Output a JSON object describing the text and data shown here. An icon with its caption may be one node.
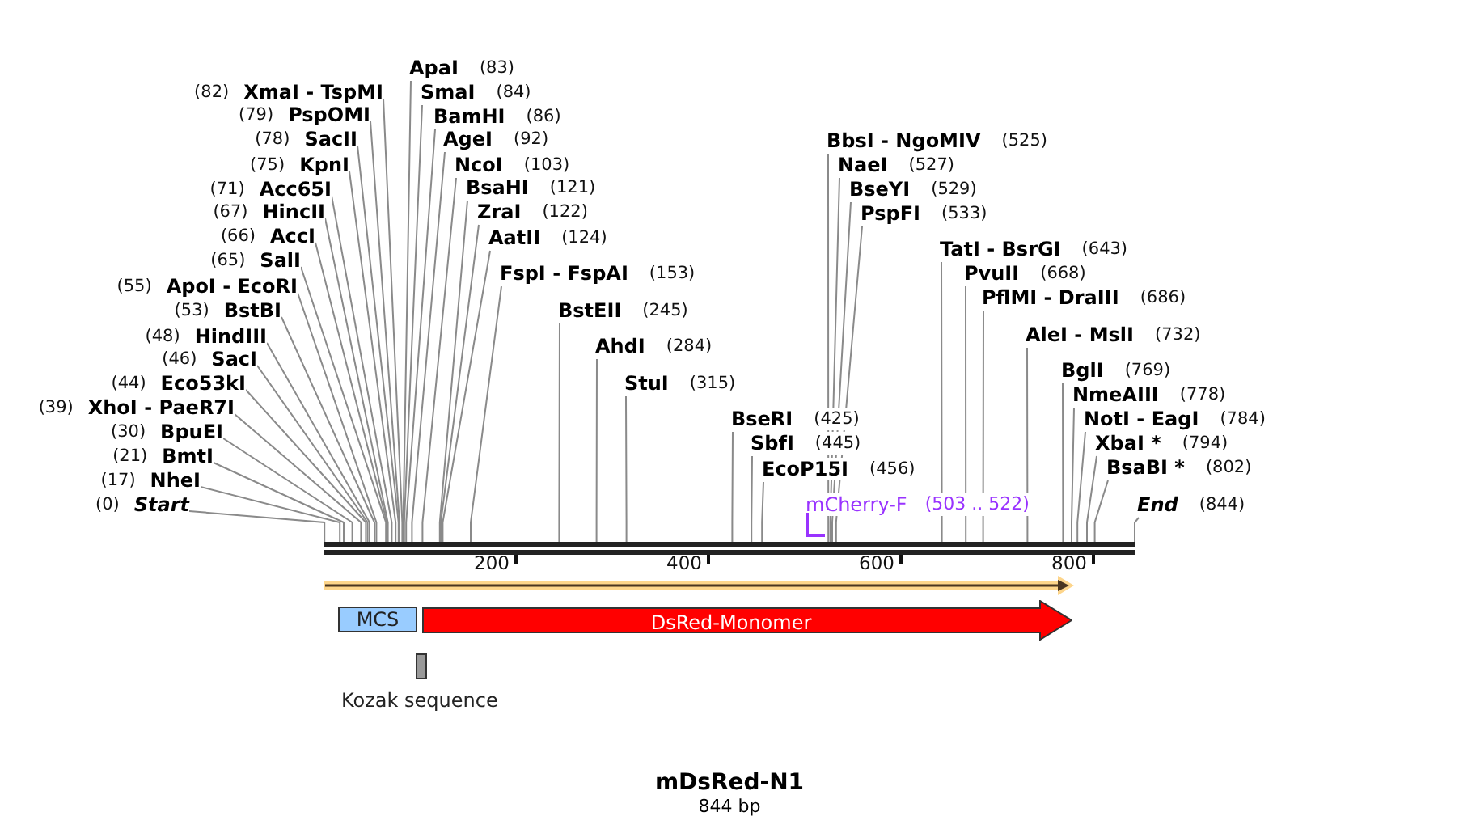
{
  "diagram": {
    "title": "mDsRed-N1",
    "caption": "844 bp",
    "nodes": [
      {
        "text": [
          "(82)",
          "XmaI - TspMI"
        ]
      },
      {
        "text": [
          "(79)",
          "PspOMI"
        ]
      },
      {
        "text": [
          "(78)",
          "SacII"
        ]
      },
      {
        "text": [
          "(75)",
          "KpnI"
        ]
      },
      {
        "text": [
          "(71)",
          "Acc65I"
        ]
      },
      {
        "text": [
          "(67)",
          "HincII"
        ]
      },
      {
        "text": [
          "(66)",
          "AccI"
        ]
      },
      {
        "text": [
          "(65)",
          "SalI"
        ]
      },
      {
        "text": [
          "(55)",
          "ApoI - EcoRI"
        ]
      },
      {
        "text": [
          "(53)",
          "BstBI"
        ]
      },
      {
        "text": [
          "(48)",
          "HindIII"
        ]
      },
      {
        "text": [
          "(46)",
          "SacI"
        ]
      },
      {
        "text": [
          "(44)",
          "Eco53kI"
        ]
      },
      {
        "text": [
          "(39)",
          "XhoI - PaeR7I"
        ]
      },
      {
        "text": [
          "(30)",
          "BpuEI"
        ]
      },
      {
        "text": [
          "(21)",
          "BmtI"
        ]
      },
      {
        "text": [
          "(17)",
          "NheI"
        ]
      },
      {
        "text": [
          "(0)",
          "Start"
        ]
      },
      {
        "text": [
          "ApaI",
          "(83)"
        ]
      },
      {
        "text": [
          "SmaI",
          "(84)"
        ]
      },
      {
        "text": [
          "BamHI",
          "(86)"
        ]
      },
      {
        "text": [
          "AgeI",
          "(92)"
        ]
      },
      {
        "text": [
          "NcoI",
          "(103)"
        ]
      },
      {
        "text": [
          "BsaHI",
          "(121)"
        ]
      },
      {
        "text": [
          "ZraI",
          "(122)"
        ]
      },
      {
        "text": [
          "AatII",
          "(124)"
        ]
      },
      {
        "text": [
          "FspI - FspAI",
          "(153)"
        ]
      },
      {
        "text": [
          "BstEII",
          "(245)"
        ]
      },
      {
        "text": [
          "AhdI",
          "(284)"
        ]
      },
      {
        "text": [
          "StuI",
          "(315)"
        ]
      },
      {
        "text": [
          "BseRI",
          "(425)"
        ]
      },
      {
        "text": [
          "SbfI",
          "(445)"
        ]
      },
      {
        "text": [
          "EcoP15I",
          "(456)"
        ]
      },
      {
        "text": [
          "BbsI - NgoMIV",
          "(525)"
        ]
      },
      {
        "text": [
          "NaeI",
          "(527)"
        ]
      },
      {
        "text": [
          "BseYI",
          "(529)"
        ]
      },
      {
        "text": [
          "PspFI",
          "(533)"
        ]
      },
      {
        "text": [
          "TatI - BsrGI",
          "(643)"
        ]
      },
      {
        "text": [
          "PvuII",
          "(668)"
        ]
      },
      {
        "text": [
          "PflMI - DraIII",
          "(686)"
        ]
      },
      {
        "text": [
          "AleI - MslI",
          "(732)"
        ]
      },
      {
        "text": [
          "BglI",
          "(769)"
        ]
      },
      {
        "text": [
          "NmeAIII",
          "(778)"
        ]
      },
      {
        "text": [
          "NotI - EagI",
          "(784)"
        ]
      },
      {
        "text": [
          "XbaI *",
          "(794)"
        ]
      },
      {
        "text": [
          "BsaBI *",
          "(802)"
        ]
      },
      {
        "text": [
          "End",
          "(844)"
        ]
      },
      {
        "text": [],
        "shape": "bar"
      },
      {
        "text": [
          "MCS"
        ]
      },
      {
        "text": [
          "DsRed-Monomer"
        ]
      },
      {
        "text": [],
        "shape": "box",
        "beside": [
          "Kozak sequence"
        ]
      },
      {
        "text": [
          "mCherry-F",
          "(503 .. 522)"
        ]
      }
    ],
    "edges": [
      {
        "from": 0,
        "to": 47,
        "arrow": "none"
      },
      {
        "from": 1,
        "to": 47,
        "arrow": "none"
      },
      {
        "from": 2,
        "to": 47,
        "arrow": "none"
      },
      {
        "from": 3,
        "to": 47,
        "arrow": "none"
      },
      {
        "from": 4,
        "to": 47,
        "arrow": "none"
      },
      {
        "from": 5,
        "to": 47,
        "arrow": "none"
      },
      {
        "from": 6,
        "to": 47,
        "arrow": "none"
      },
      {
        "from": 7,
        "to": 47,
        "arrow": "none"
      },
      {
        "from": 8,
        "to": 47,
        "arrow": "none"
      },
      {
        "from": 9,
        "to": 47,
        "arrow": "none"
      },
      {
        "from": 10,
        "to": 47,
        "arrow": "none"
      },
      {
        "from": 11,
        "to": 47,
        "arrow": "none"
      },
      {
        "from": 12,
        "to": 47,
        "arrow": "none"
      },
      {
        "from": 13,
        "to": 47,
        "arrow": "none"
      },
      {
        "from": 14,
        "to": 47,
        "arrow": "none"
      },
      {
        "from": 15,
        "to": 47,
        "arrow": "none"
      },
      {
        "from": 16,
        "to": 47,
        "arrow": "none"
      },
      {
        "from": 17,
        "to": 47,
        "arrow": "none"
      },
      {
        "from": 18,
        "to": 47,
        "arrow": "none"
      },
      {
        "from": 19,
        "to": 47,
        "arrow": "none"
      },
      {
        "from": 20,
        "to": 47,
        "arrow": "none"
      },
      {
        "from": 21,
        "to": 47,
        "arrow": "none"
      },
      {
        "from": 22,
        "to": 47,
        "arrow": "none"
      },
      {
        "from": 23,
        "to": 47,
        "arrow": "none"
      },
      {
        "from": 24,
        "to": 47,
        "arrow": "none"
      },
      {
        "from": 25,
        "to": 47,
        "arrow": "none"
      },
      {
        "from": 26,
        "to": 47,
        "arrow": "none"
      },
      {
        "from": 27,
        "to": 47,
        "arrow": "none"
      },
      {
        "from": 28,
        "to": 47,
        "arrow": "none"
      },
      {
        "from": 29,
        "to": 47,
        "arrow": "none"
      },
      {
        "from": 30,
        "to": 47,
        "arrow": "none"
      },
      {
        "from": 31,
        "to": 47,
        "arrow": "none"
      },
      {
        "from": 32,
        "to": 47,
        "arrow": "none"
      },
      {
        "from": 33,
        "to": 47,
        "arrow": "none"
      },
      {
        "from": 34,
        "to": 47,
        "arrow": "none"
      },
      {
        "from": 35,
        "to": 47,
        "arrow": "none"
      },
      {
        "from": 36,
        "to": 47,
        "arrow": "none"
      },
      {
        "from": 37,
        "to": 47,
        "arrow": "none"
      },
      {
        "from": 38,
        "to": 47,
        "arrow": "none"
      },
      {
        "from": 39,
        "to": 47,
        "arrow": "none"
      },
      {
        "from": 40,
        "to": 47,
        "arrow": "none"
      },
      {
        "from": 41,
        "to": 47,
        "arrow": "none"
      },
      {
        "from": 42,
        "to": 47,
        "arrow": "none"
      },
      {
        "from": 43,
        "to": 47,
        "arrow": "none"
      },
      {
        "from": 44,
        "to": 47,
        "arrow": "none"
      },
      {
        "from": 45,
        "to": 47,
        "arrow": "none"
      },
      {
        "from": 46,
        "to": 47,
        "arrow": "none"
      }
    ],
    "labels": [
      "200",
      "400",
      "600",
      "800"
    ]
  }
}
